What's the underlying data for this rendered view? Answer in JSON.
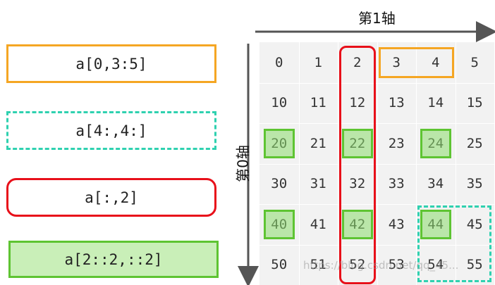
{
  "legend": [
    {
      "code": "a[0,3:5]",
      "style": "orange-solid"
    },
    {
      "code": "a[4:,4:]",
      "style": "teal-dashed"
    },
    {
      "code": "a[:,2]",
      "style": "red-rounded"
    },
    {
      "code": "a[2::2,::2]",
      "style": "green-filled"
    }
  ],
  "axes": {
    "axis1_label": "第1轴",
    "axis0_label": "第0轴"
  },
  "grid": {
    "rows": [
      [
        "0",
        "1",
        "2",
        "3",
        "4",
        "5"
      ],
      [
        "10",
        "11",
        "12",
        "13",
        "14",
        "15"
      ],
      [
        "20",
        "21",
        "22",
        "23",
        "24",
        "25"
      ],
      [
        "30",
        "31",
        "32",
        "33",
        "34",
        "35"
      ],
      [
        "40",
        "41",
        "42",
        "43",
        "44",
        "45"
      ],
      [
        "50",
        "51",
        "52",
        "53",
        "54",
        "55"
      ]
    ]
  },
  "highlights": {
    "orange": {
      "row": 0,
      "cols": [
        3,
        4
      ]
    },
    "red": {
      "col": 2,
      "rows": [
        0,
        5
      ]
    },
    "teal": {
      "rows": [
        4,
        5
      ],
      "cols": [
        4,
        5
      ]
    },
    "green": [
      [
        2,
        0
      ],
      [
        2,
        2
      ],
      [
        2,
        4
      ],
      [
        4,
        0
      ],
      [
        4,
        2
      ],
      [
        4,
        4
      ]
    ]
  },
  "colors": {
    "orange": "#f5a623",
    "teal": "#2fd1b0",
    "red": "#e8101a",
    "green": "#5ec432",
    "green_fill": "#c9efb8",
    "cell_bg": "#f2f2f2"
  },
  "watermark": "https://blog.csdn.net/qq_45..."
}
